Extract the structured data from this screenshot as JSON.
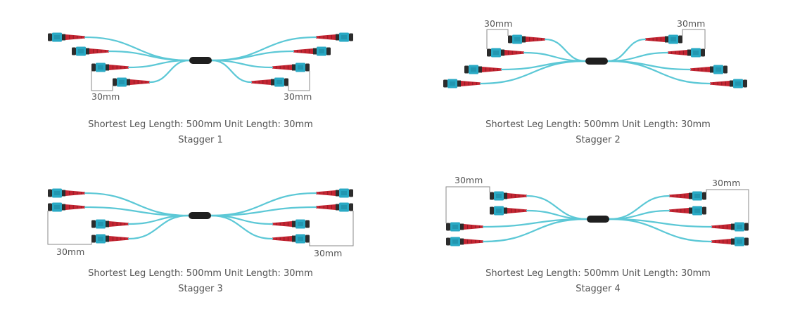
{
  "colors": {
    "fiber": "#5cc8d6",
    "connector_body": "#29a9c4",
    "connector_dark": "#2c2c2c",
    "boot_red": "#c42532",
    "boot_dark": "#8f1a24",
    "furcation": "#1f1f1f",
    "dimension_line": "#8a8a8a",
    "text": "#555555"
  },
  "diagrams": [
    {
      "caption": "Shortest Leg Length: 500mm  Unit Length: 30mm",
      "title": "Stagger 1",
      "left_dimension": "30mm",
      "right_dimension": "30mm"
    },
    {
      "caption": "Shortest Leg Length: 500mm  Unit Length: 30mm",
      "title": "Stagger 2",
      "left_dimension": "30mm",
      "right_dimension": "30mm"
    },
    {
      "caption": "Shortest Leg Length: 500mm  Unit Length: 30mm",
      "title": "Stagger 3",
      "left_dimension": "30mm",
      "right_dimension": "30mm"
    },
    {
      "caption": "Shortest Leg Length: 500mm  Unit Length: 30mm",
      "title": "Stagger 4",
      "left_dimension": "30mm",
      "right_dimension": "30mm"
    }
  ]
}
